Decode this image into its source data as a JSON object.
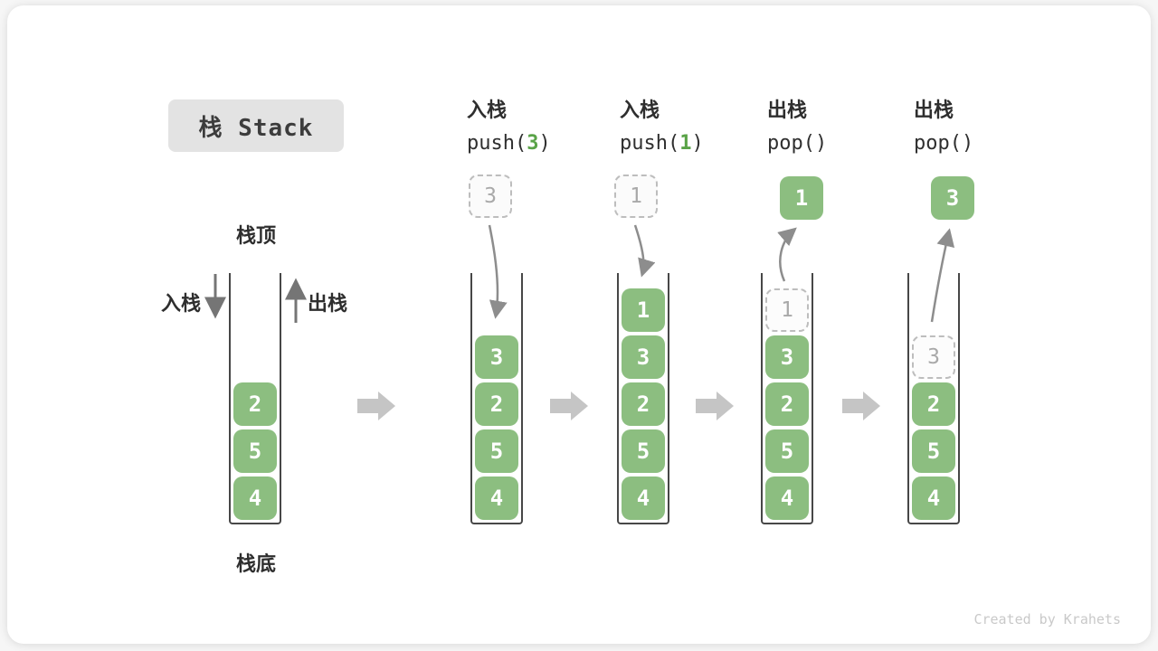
{
  "title": {
    "text": "栈 Stack"
  },
  "side_labels": {
    "top": "栈顶",
    "bottom": "栈底",
    "push": "入栈",
    "pop": "出栈"
  },
  "steps": [
    {
      "items": [
        "2",
        "5",
        "4"
      ]
    },
    {
      "op": "入栈",
      "code": {
        "prefix": "push(",
        "arg": "3",
        "suffix": ")"
      },
      "incoming": "3",
      "items": [
        "3",
        "2",
        "5",
        "4"
      ]
    },
    {
      "op": "入栈",
      "code": {
        "prefix": "push(",
        "arg": "1",
        "suffix": ")"
      },
      "incoming": "1",
      "items": [
        "1",
        "3",
        "2",
        "5",
        "4"
      ]
    },
    {
      "op": "出栈",
      "code": {
        "prefix": "pop(",
        "arg": "",
        "suffix": ")"
      },
      "outgoing": "1",
      "ghost": "1",
      "items": [
        "3",
        "2",
        "5",
        "4"
      ]
    },
    {
      "op": "出栈",
      "code": {
        "prefix": "pop(",
        "arg": "",
        "suffix": ")"
      },
      "outgoing": "3",
      "ghost": "3",
      "items": [
        "2",
        "5",
        "4"
      ]
    }
  ],
  "footer": {
    "credit": "Created by Krahets"
  },
  "colors": {
    "item_green": "#8cbe80",
    "code_arg_green": "#5aa348",
    "container_line": "#474747",
    "curve_arrow_gray": "#8d8d8d",
    "side_arrow_gray": "#757575",
    "step_arrow_gray": "#c5c5c5",
    "dashed_border_gray": "#bdbdbd",
    "title_badge_bg": "#e3e3e3",
    "footer_gray": "#c9c9c9"
  }
}
